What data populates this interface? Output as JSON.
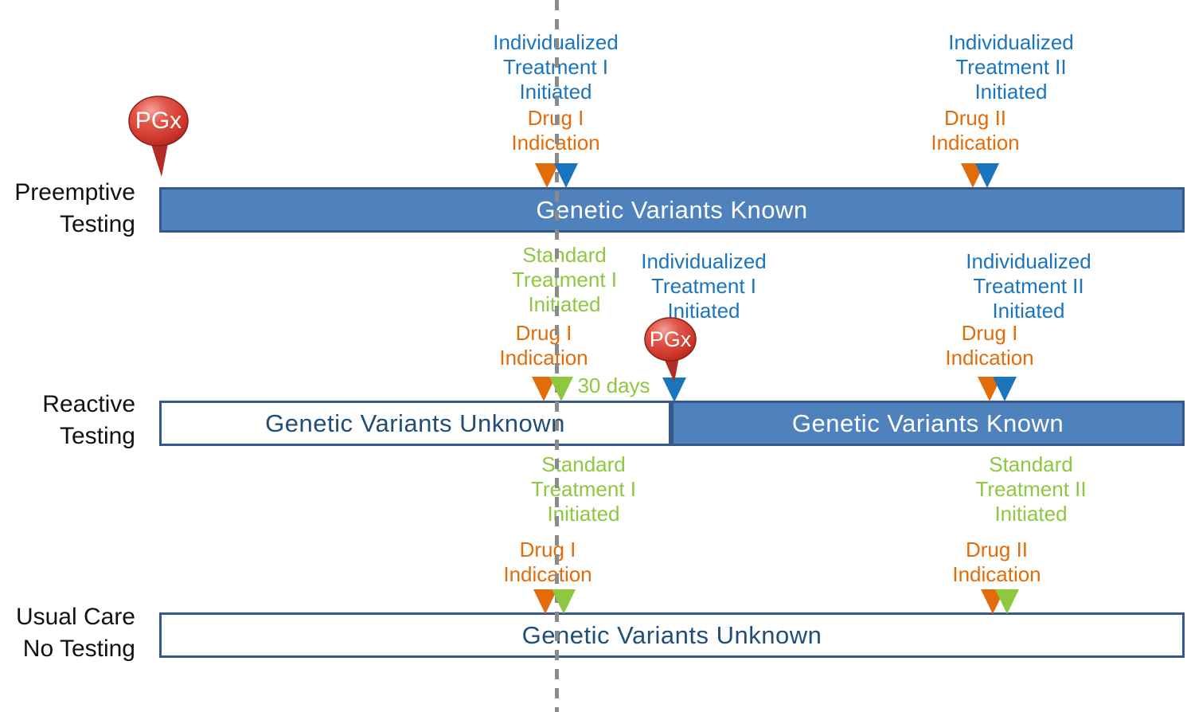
{
  "colors": {
    "bar_fill": "#4F81BD",
    "bar_border": "#36598C",
    "treatment_blue": "#1B75BC",
    "drug_orange": "#E36C0A",
    "standard_green": "#8EC740",
    "bar_navy_text": "#1F4E79",
    "pgx_red": "#CE352A",
    "dash_gray": "#8A8A8A"
  },
  "row_labels": {
    "preemptive": [
      "Preemptive",
      "Testing"
    ],
    "reactive": [
      "Reactive",
      "Testing"
    ],
    "usual": [
      "Usual Care",
      "No Testing"
    ]
  },
  "bar_text": {
    "known": "Genetic Variants Known",
    "unknown": "Genetic Variants Unknown"
  },
  "labels": {
    "ind_t1": [
      "Individualized",
      "Treatment I",
      "Initiated"
    ],
    "ind_t2": [
      "Individualized",
      "Treatment II",
      "Initiated"
    ],
    "std_t1": [
      "Standard",
      "Treatment I",
      "Initiated"
    ],
    "std_t2": [
      "Standard",
      "Treatment II",
      "Initiated"
    ],
    "drug1": [
      "Drug I",
      "Indication"
    ],
    "drug2": [
      "Drug II",
      "Indication"
    ],
    "pgx": "PGx",
    "days30": "30 days"
  },
  "marker_legend": {
    "orange_triangle": "drug-indication-event",
    "blue_triangle": "individualized-treatment-event",
    "green_triangle": "standard-treatment-event"
  }
}
